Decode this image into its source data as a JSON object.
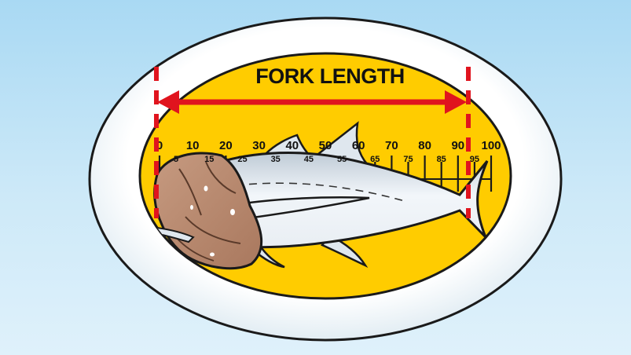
{
  "title": "FORK LENGTH",
  "ruler": {
    "major_labels": [
      "0",
      "10",
      "20",
      "30",
      "40",
      "50",
      "60",
      "70",
      "80",
      "90",
      "100"
    ],
    "minor_labels": [
      "5",
      "15",
      "25",
      "35",
      "45",
      "55",
      "65",
      "75",
      "85",
      "95"
    ]
  },
  "colors": {
    "background": "#b5def5",
    "tray_rim": "#f2f7fb",
    "tray_floor": "#ffcc00",
    "arrow": "#e0141e",
    "fish_body": "#d3dde6",
    "cloth": "#b9866b"
  }
}
